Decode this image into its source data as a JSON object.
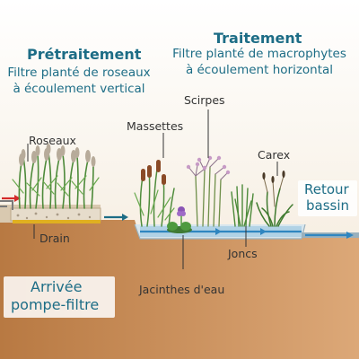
{
  "pretraitement": {
    "title": "Prétraitement",
    "subtitle_line1": "Filtre planté de roseaux",
    "subtitle_line2": "à écoulement vertical"
  },
  "traitement": {
    "title": "Traitement",
    "subtitle_line1": "Filtre planté de macrophytes",
    "subtitle_line2": "à écoulement horizontal"
  },
  "labels": {
    "roseaux": "Roseaux",
    "drain": "Drain",
    "massettes": "Massettes",
    "scirpes": "Scirpes",
    "carex": "Carex",
    "joncs": "Joncs",
    "jacinthes": "Jacinthes d'eau",
    "retour_line1": "Retour",
    "retour_line2": "bassin",
    "arrivee_line1": "Arrivée",
    "arrivee_line2": "pompe-filtre"
  },
  "colors": {
    "accent": "#1d6d86",
    "soil": "#c88a55",
    "water": "#2f86c0",
    "inflow_arrow": "#d42a2a",
    "drain_pipe": "#e0b020"
  }
}
